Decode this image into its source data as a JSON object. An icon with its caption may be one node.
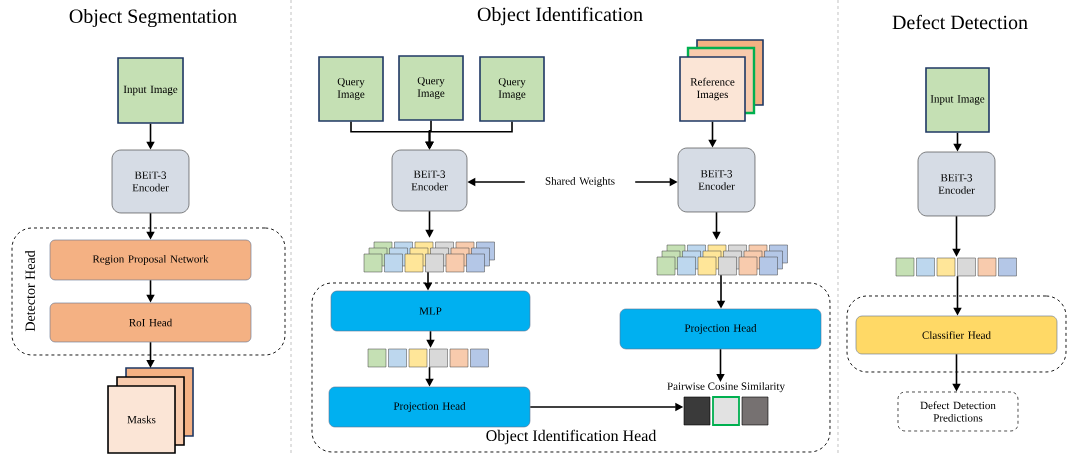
{
  "diagram": {
    "nodes": [
      {
        "text": [
          "Detector Head"
        ]
      },
      {
        "text": [
          "Input Image"
        ]
      },
      {
        "text": [
          "BEiT-3 Encoder"
        ]
      },
      {
        "text": [
          "Region Proposal Network"
        ],
        "in": 0
      },
      {
        "text": [
          "RoI Head"
        ],
        "in": 0
      },
      {
        "text": [
          "Masks"
        ]
      },
      {
        "text": [
          "Object Identification Head"
        ]
      },
      {
        "text": [
          "Query Image"
        ]
      },
      {
        "text": [
          "Query Image"
        ]
      },
      {
        "text": [
          "Query Image"
        ]
      },
      {
        "text": [
          "BEiT-3 Encoder"
        ]
      },
      {
        "text": [
          "Reference Images"
        ]
      },
      {
        "text": [
          "BEiT-3 Encoder"
        ]
      },
      {
        "text": [],
        "shape": "grid"
      },
      {
        "text": [],
        "shape": "grid"
      },
      {
        "text": [
          "MLP"
        ],
        "in": 6
      },
      {
        "text": [],
        "shape": "grid",
        "in": 6
      },
      {
        "text": [
          "Projection Head"
        ],
        "in": 6
      },
      {
        "text": [
          "Projection Head"
        ],
        "in": 6
      },
      {
        "text": [
          "Pairwise Cosine Similarity"
        ],
        "in": 6
      },
      {
        "text": [
          "Input Image"
        ]
      },
      {
        "text": [
          "BEiT-3 Encoder"
        ]
      },
      {
        "text": [],
        "shape": "grid"
      },
      {
        "text": [],
        "shape": "box"
      },
      {
        "text": [
          "Classifier Head"
        ],
        "in": 23
      },
      {
        "text": [
          "Defect Detection Predictions"
        ]
      },
      {
        "text": [
          "Shared Weights"
        ]
      }
    ],
    "edges": [
      {
        "from": 1,
        "to": 2,
        "arrow": "to"
      },
      {
        "from": 2,
        "to": 3,
        "arrow": "to"
      },
      {
        "from": 3,
        "to": 4,
        "arrow": "to"
      },
      {
        "from": 4,
        "to": 5,
        "arrow": "to"
      },
      {
        "from": 7,
        "to": 10,
        "arrow": "to"
      },
      {
        "from": 8,
        "to": 10,
        "arrow": "to"
      },
      {
        "from": 9,
        "to": 10,
        "arrow": "to"
      },
      {
        "from": 11,
        "to": 12,
        "arrow": "to"
      },
      {
        "from": 26,
        "to": 10,
        "arrow": "to"
      },
      {
        "from": 26,
        "to": 12,
        "arrow": "to"
      },
      {
        "from": 10,
        "to": 13,
        "arrow": "to"
      },
      {
        "from": 13,
        "to": 15,
        "arrow": "to"
      },
      {
        "from": 15,
        "to": 16,
        "arrow": "to"
      },
      {
        "from": 16,
        "to": 17,
        "arrow": "to"
      },
      {
        "from": 17,
        "to": 19,
        "arrow": "to"
      },
      {
        "from": 12,
        "to": 14,
        "arrow": "to"
      },
      {
        "from": 14,
        "to": 18,
        "arrow": "to"
      },
      {
        "from": 18,
        "to": 19,
        "arrow": "to"
      },
      {
        "from": 20,
        "to": 21,
        "arrow": "to"
      },
      {
        "from": 21,
        "to": 22,
        "arrow": "to"
      },
      {
        "from": 22,
        "to": 24,
        "arrow": "to"
      },
      {
        "from": 24,
        "to": 25,
        "arrow": "to"
      }
    ],
    "labels": [
      "Object Segmentation",
      "Object Identification",
      "Defect Detection"
    ]
  }
}
